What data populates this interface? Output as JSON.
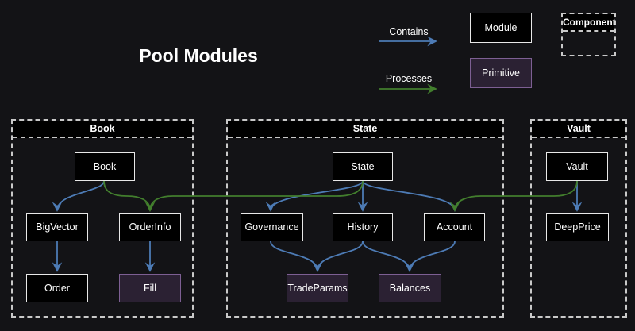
{
  "title": "Pool Modules",
  "legend": {
    "contains": "Contains",
    "processes": "Processes",
    "module": "Module",
    "primitive": "Primitive",
    "component": "Component"
  },
  "colors": {
    "background": "#131316",
    "contains_arrow": "#4d7bb5",
    "processes_arrow": "#427e2d",
    "module_fill": "#000000",
    "module_border": "#e8e8e8",
    "primitive_fill": "#2b2133",
    "primitive_border": "#7d5f93",
    "container_border": "#c9c9c9",
    "text": "#ffffff"
  },
  "containers": {
    "book": {
      "label": "Book"
    },
    "state": {
      "label": "State"
    },
    "vault": {
      "label": "Vault"
    }
  },
  "nodes": {
    "book": {
      "label": "Book",
      "type": "module"
    },
    "bigvector": {
      "label": "BigVector",
      "type": "module"
    },
    "orderinfo": {
      "label": "OrderInfo",
      "type": "module"
    },
    "order": {
      "label": "Order",
      "type": "module"
    },
    "fill": {
      "label": "Fill",
      "type": "primitive"
    },
    "state": {
      "label": "State",
      "type": "module"
    },
    "governance": {
      "label": "Governance",
      "type": "module"
    },
    "history": {
      "label": "History",
      "type": "module"
    },
    "account": {
      "label": "Account",
      "type": "module"
    },
    "tradeparams": {
      "label": "TradeParams",
      "type": "primitive"
    },
    "balances": {
      "label": "Balances",
      "type": "primitive"
    },
    "vault": {
      "label": "Vault",
      "type": "module"
    },
    "deepprice": {
      "label": "DeepPrice",
      "type": "module"
    }
  },
  "edges": [
    {
      "from": "book",
      "to": "bigvector",
      "type": "contains"
    },
    {
      "from": "book",
      "to": "orderinfo",
      "type": "processes"
    },
    {
      "from": "state",
      "to": "orderinfo",
      "type": "processes"
    },
    {
      "from": "bigvector",
      "to": "order",
      "type": "contains"
    },
    {
      "from": "orderinfo",
      "to": "fill",
      "type": "contains"
    },
    {
      "from": "state",
      "to": "governance",
      "type": "contains"
    },
    {
      "from": "state",
      "to": "history",
      "type": "contains"
    },
    {
      "from": "state",
      "to": "account",
      "type": "contains"
    },
    {
      "from": "governance",
      "to": "tradeparams",
      "type": "contains"
    },
    {
      "from": "history",
      "to": "tradeparams",
      "type": "contains"
    },
    {
      "from": "history",
      "to": "balances",
      "type": "contains"
    },
    {
      "from": "account",
      "to": "balances",
      "type": "contains"
    },
    {
      "from": "vault",
      "to": "deepprice",
      "type": "contains"
    },
    {
      "from": "vault",
      "to": "account",
      "type": "processes"
    }
  ]
}
